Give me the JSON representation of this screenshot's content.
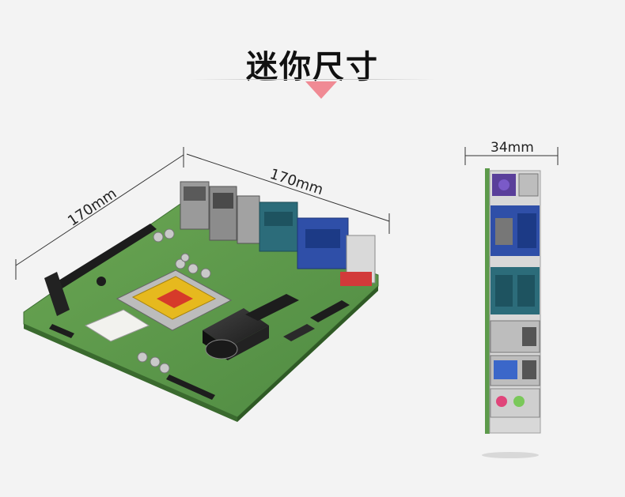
{
  "heading": {
    "title": "迷你尺寸"
  },
  "dimensions": {
    "width_label": "170mm",
    "depth_label": "170mm",
    "thickness_label": "34mm"
  },
  "colors": {
    "accent_arrow": "#f08a94",
    "pcb_green": "#5c9a4a",
    "vga_blue": "#2f4fa8"
  }
}
